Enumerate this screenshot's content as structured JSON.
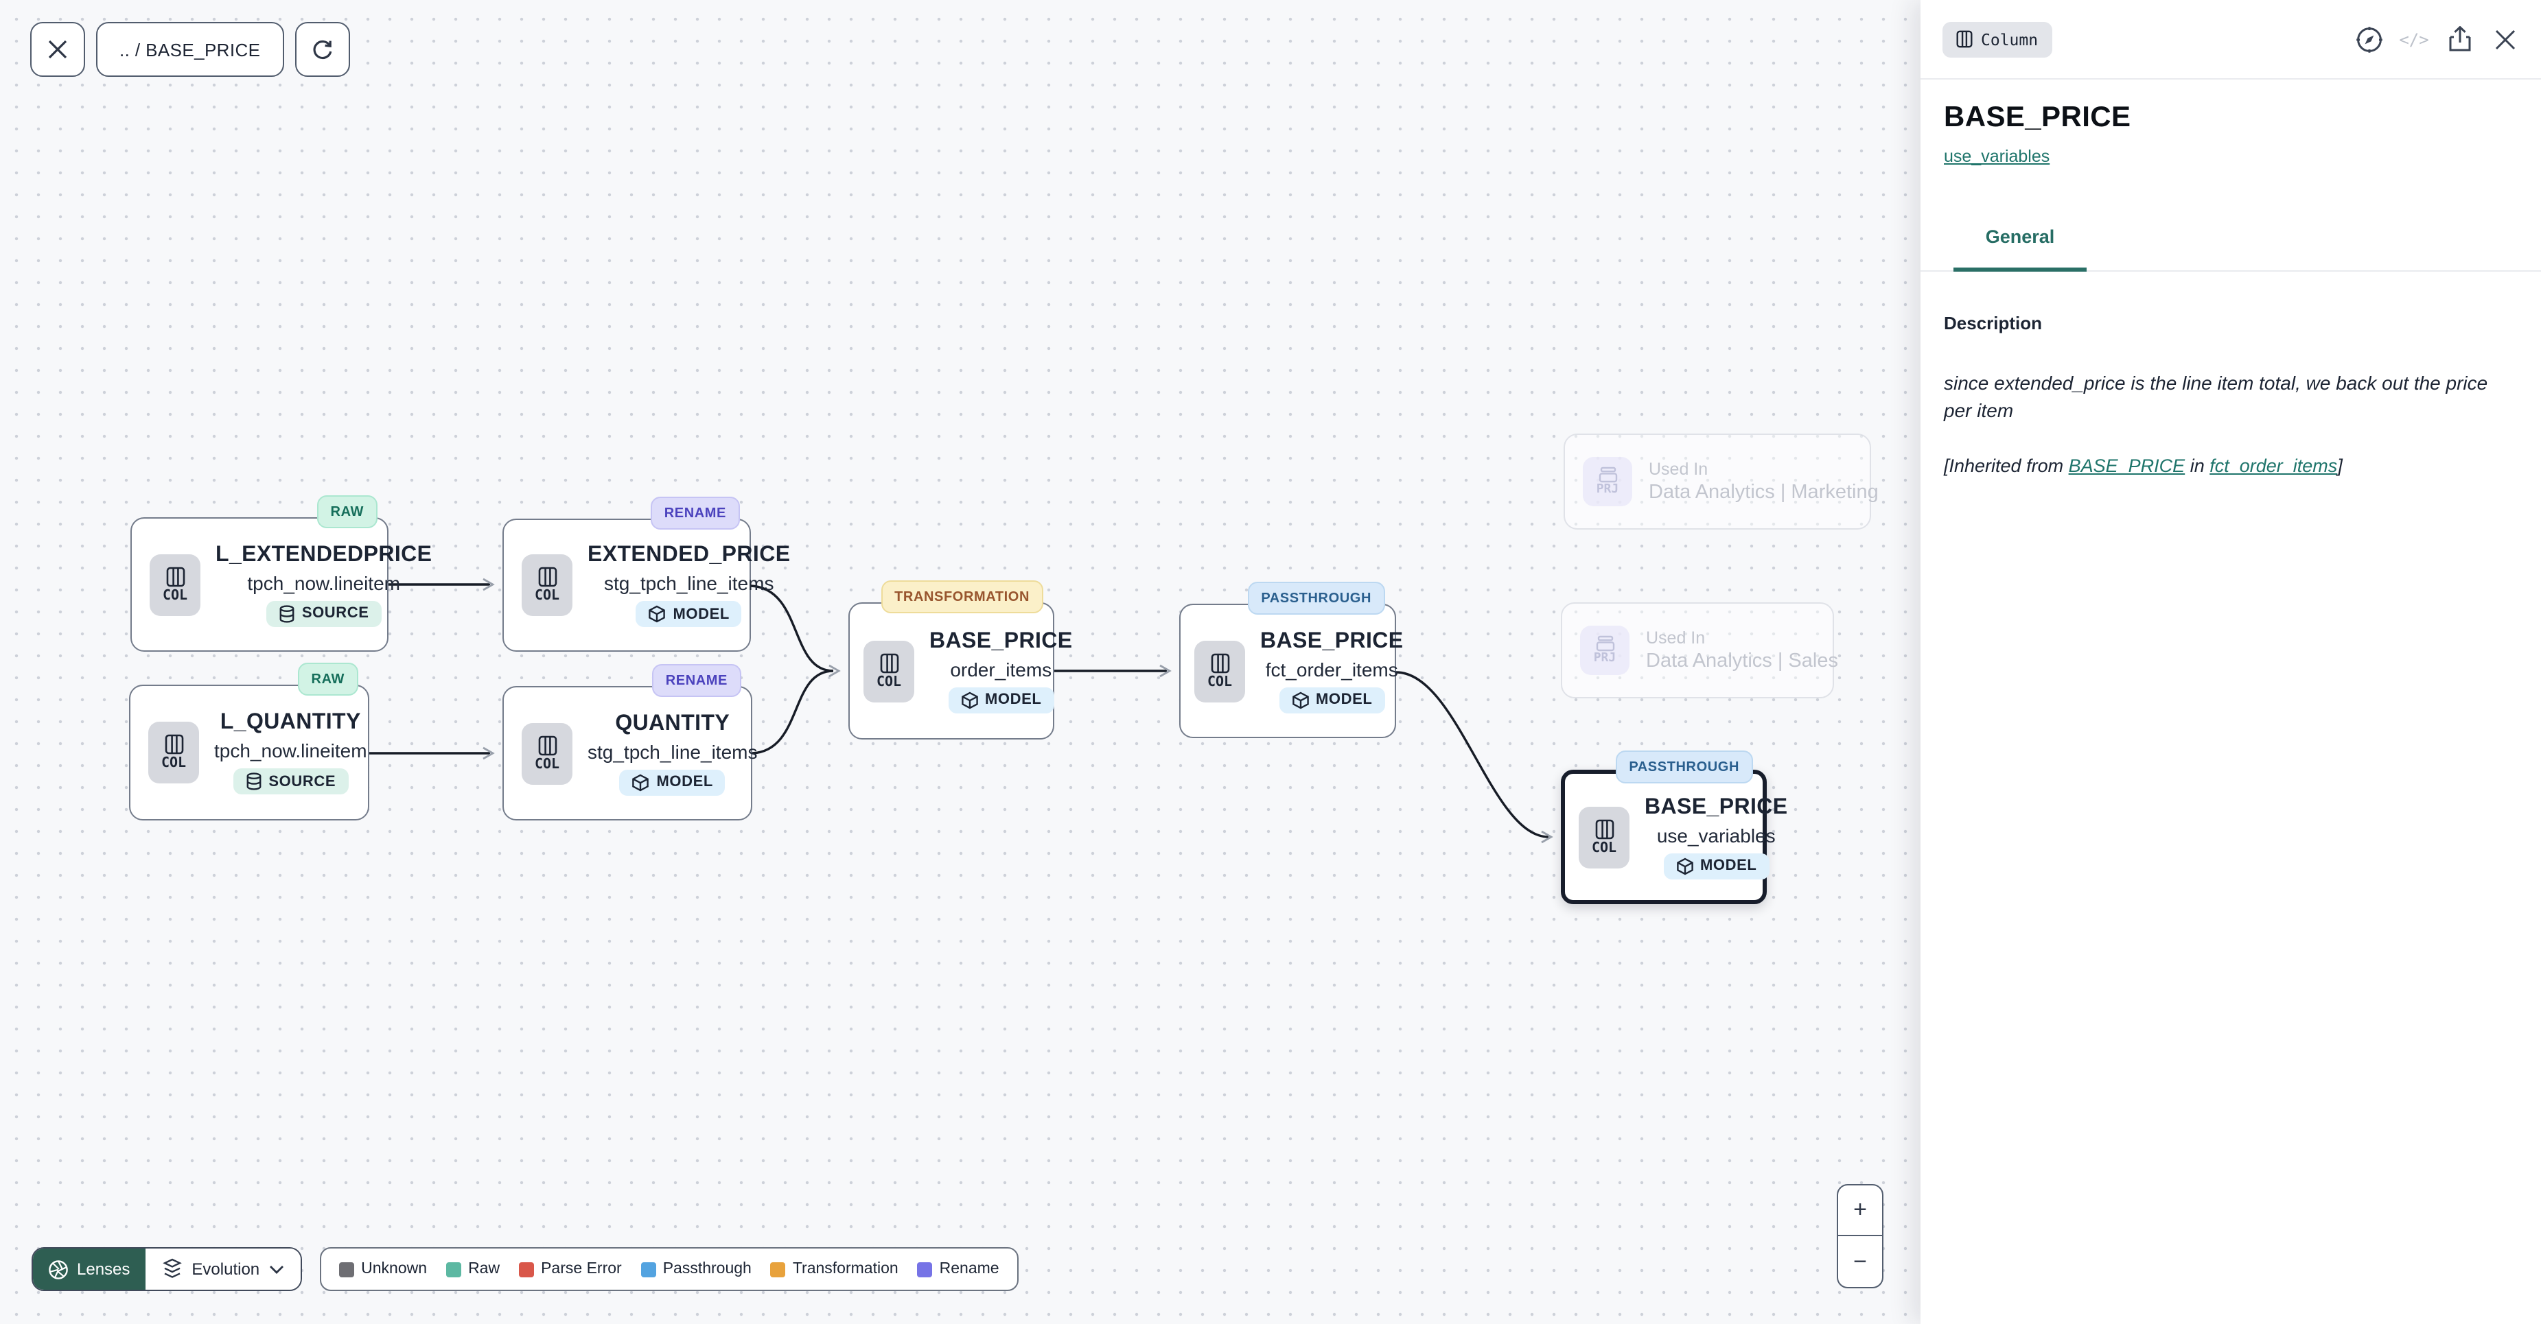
{
  "toolbar": {
    "breadcrumb": ".. / BASE_PRICE"
  },
  "canvas": {
    "nodes": [
      {
        "badge": "RAW",
        "title": "L_EXTENDEDPRICE",
        "subtitle": "tpch_now.lineitem",
        "chip": "SOURCE",
        "kind": "COL"
      },
      {
        "badge": "RENAME",
        "title": "EXTENDED_PRICE",
        "subtitle": "stg_tpch_line_items",
        "chip": "MODEL",
        "kind": "COL"
      },
      {
        "badge": "RAW",
        "title": "L_QUANTITY",
        "subtitle": "tpch_now.lineitem",
        "chip": "SOURCE",
        "kind": "COL"
      },
      {
        "badge": "RENAME",
        "title": "QUANTITY",
        "subtitle": "stg_tpch_line_items",
        "chip": "MODEL",
        "kind": "COL"
      },
      {
        "badge": "TRANSFORMATION",
        "title": "BASE_PRICE",
        "subtitle": "order_items",
        "chip": "MODEL",
        "kind": "COL"
      },
      {
        "badge": "PASSTHROUGH",
        "title": "BASE_PRICE",
        "subtitle": "fct_order_items",
        "chip": "MODEL",
        "kind": "COL"
      },
      {
        "badge": "PASSTHROUGH",
        "title": "BASE_PRICE",
        "subtitle": "use_variables",
        "chip": "MODEL",
        "kind": "COL",
        "selected": true
      }
    ],
    "used_in": [
      {
        "label": "Used In",
        "name": "Data Analytics | Marketing",
        "kind": "PRJ"
      },
      {
        "label": "Used In",
        "name": "Data Analytics | Sales",
        "kind": "PRJ"
      }
    ]
  },
  "lenses": {
    "button": "Lenses",
    "selected_lens": "Evolution"
  },
  "legend": {
    "items": [
      {
        "label": "Unknown",
        "color": "#6e6e73"
      },
      {
        "label": "Raw",
        "color": "#5cb8a2"
      },
      {
        "label": "Parse Error",
        "color": "#d9574a"
      },
      {
        "label": "Passthrough",
        "color": "#53a3e0"
      },
      {
        "label": "Transformation",
        "color": "#e8a23c"
      },
      {
        "label": "Rename",
        "color": "#7673e6"
      }
    ]
  },
  "zoom_controls": {
    "zoom_in": "+",
    "zoom_out": "−"
  },
  "panel": {
    "type_badge": "Column",
    "code_icon_glyph": "</>",
    "title": "BASE_PRICE",
    "model_link": "use_variables",
    "tab_general": "General",
    "description_heading": "Description",
    "description_text": "since extended_price is the line item total, we back out the price per item",
    "inherited": {
      "prefix": "[Inherited from ",
      "column_link": "BASE_PRICE",
      "middle": " in ",
      "model_link": "fct_order_items",
      "suffix": "]"
    }
  }
}
